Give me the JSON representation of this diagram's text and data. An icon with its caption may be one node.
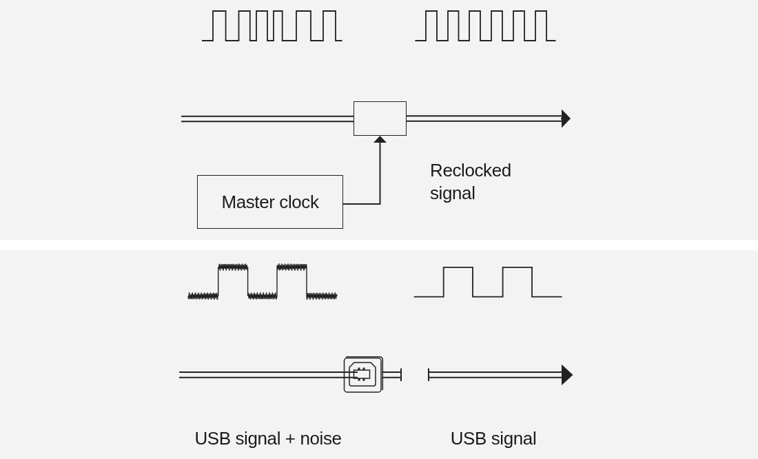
{
  "diagram": {
    "nodes": [
      {
        "text": [],
        "shape": "box"
      },
      {
        "text": [
          "Master clock"
        ]
      }
    ],
    "edges": [
      {
        "from": null,
        "to": 0,
        "arrow": "none"
      },
      {
        "from": 0,
        "to": null,
        "arrow": "to"
      },
      {
        "from": 1,
        "to": 0,
        "arrow": "to"
      }
    ],
    "labels": [
      "Reclocked signal",
      "USB signal + noise",
      "USB signal"
    ]
  }
}
